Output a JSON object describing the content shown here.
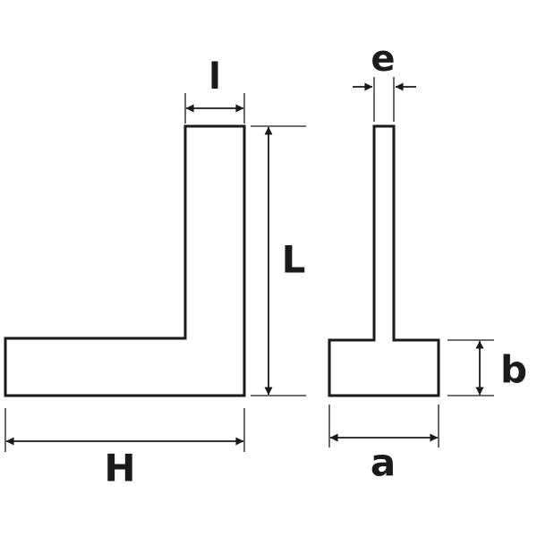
{
  "labels": {
    "l": "l",
    "L": "L",
    "H": "H",
    "e": "e",
    "b": "b",
    "a": "a"
  },
  "colors": {
    "stroke": "#1a1a1a",
    "background": "#ffffff"
  }
}
